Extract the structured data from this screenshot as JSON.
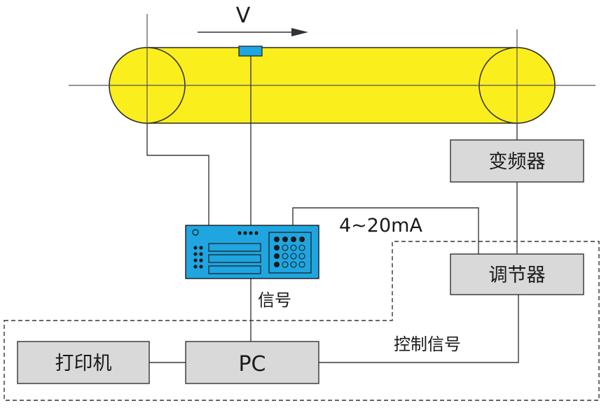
{
  "labels": {
    "velocity": "V",
    "inverter": "变频器",
    "current_signal": "4~20mA",
    "regulator": "调节器",
    "signal": "信号",
    "control_signal": "控制信号",
    "printer": "打印机",
    "pc": "PC"
  },
  "colors": {
    "belt": "#fbee1d",
    "box_fill": "#d9d9d9",
    "controller": "#1fa6e0",
    "sensor": "#1fa6e0",
    "line": "#3a3a3a"
  }
}
